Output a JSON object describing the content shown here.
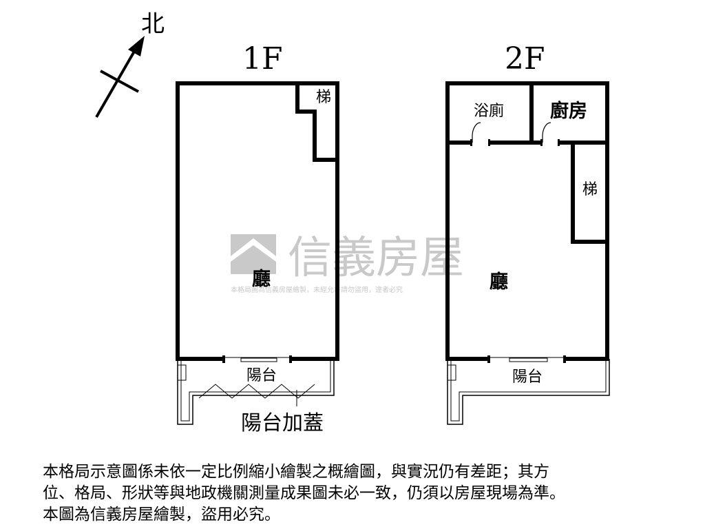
{
  "compass": {
    "north_label": "北"
  },
  "floor1": {
    "title": "1F",
    "rooms": {
      "stair": "梯",
      "hall": "廳",
      "balcony": "陽台"
    },
    "balcony_cover_label": "陽台加蓋"
  },
  "floor2": {
    "title": "2F",
    "rooms": {
      "bath": "浴廁",
      "kitchen": "廚房",
      "stair": "梯",
      "hall": "廳",
      "balcony": "陽台"
    }
  },
  "watermark": {
    "brand": "信義房屋",
    "notice": "本格局圖為信義房屋繪製，未經允許請勿盜用，違者必究"
  },
  "disclaimer": {
    "line1": "本格局示意圖係未依一定比例縮小繪製之概繪圖，與實況仍有差距；其方",
    "line2": "位、格局、形狀等與地政機關測量成果圖未必一致，仍須以房屋現場為準。",
    "line3": "本圖為信義房屋繪製，盜用必究。"
  }
}
